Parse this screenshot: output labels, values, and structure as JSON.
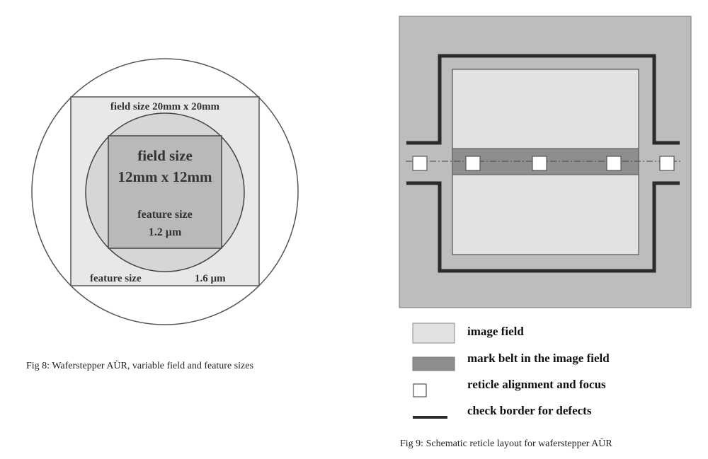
{
  "figure8": {
    "caption": "Fig 8: Waferstepper AÜR, variable field and feature sizes",
    "outer_field_label": "field size 20mm x 20mm",
    "inner_field_label_line1": "field size",
    "inner_field_label_line2": "12mm x 12mm",
    "inner_feature_label_line1": "feature size",
    "inner_feature_label_line2": "1.2 µm",
    "outer_feature_label": "feature size",
    "outer_feature_value": "1.6 µm",
    "colors": {
      "outer_square": "#e8e8e8",
      "inner_circle": "#d6d6d6",
      "inner_square": "#b9b9b9",
      "stroke": "#555555"
    }
  },
  "figure9": {
    "caption": "Fig 9: Schematic reticle layout for waferstepper AÜR",
    "mark_count_in_belt": 3,
    "mark_count_outside": 2,
    "legend": [
      {
        "key": "image-field",
        "label": "image field"
      },
      {
        "key": "mark-belt",
        "label": "mark belt in the image field"
      },
      {
        "key": "alignment-mark",
        "label": "reticle alignment and focus"
      },
      {
        "key": "check-border",
        "label": "check border for defects"
      }
    ],
    "colors": {
      "background": "#bdbdbd",
      "image_field": "#e2e2e2",
      "mark_belt": "#8e8e8e",
      "mark": "#ffffff",
      "border": "#2a2a2a"
    }
  }
}
